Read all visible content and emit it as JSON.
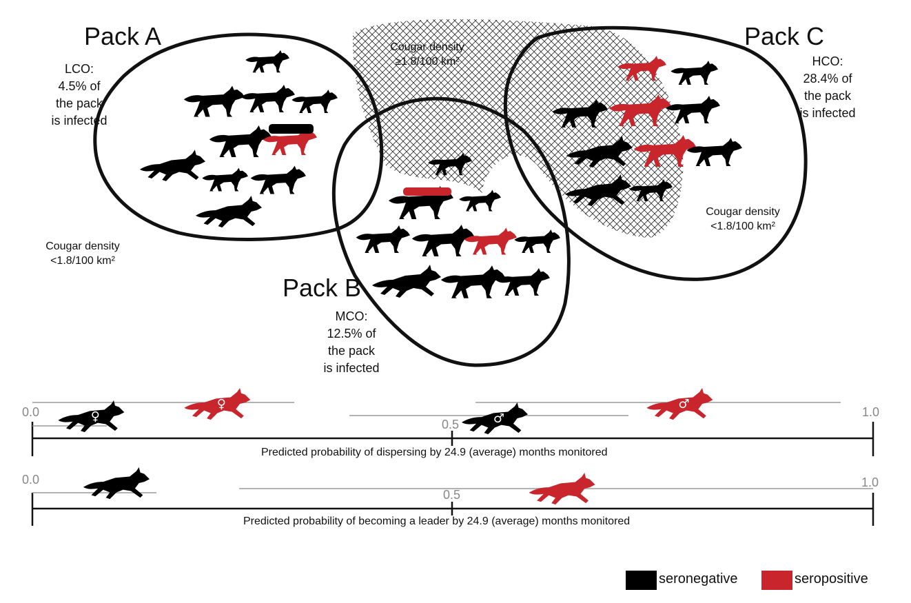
{
  "colors": {
    "seronegative": "#000000",
    "seropositive": "#c8262c",
    "hatch": "#333333",
    "axis_gray": "#9a9a9a"
  },
  "packs": {
    "a": {
      "title": "Pack A",
      "stat": [
        "LCO:",
        "4.5% of",
        "the pack",
        "is infected"
      ]
    },
    "b": {
      "title": "Pack B",
      "stat": [
        "MCO:",
        "12.5% of",
        "the pack",
        "is infected"
      ]
    },
    "c": {
      "title": "Pack C",
      "stat": [
        "HCO:",
        "28.4% of",
        "the pack",
        "is infected"
      ]
    }
  },
  "cougar_density": {
    "high": [
      "Cougar density",
      "≥1.8/100 km²"
    ],
    "low_left": [
      "Cougar density",
      "<1.8/100 km²"
    ],
    "low_right": [
      "Cougar density",
      "<1.8/100 km²"
    ]
  },
  "scales": {
    "dispersing": {
      "label": "Predicted probability of dispersing by 24.9 (average) months monitored",
      "min_label": "0.0",
      "mid_label": "0.5",
      "max_label": "1.0",
      "markers": [
        {
          "name": "female-seronegative",
          "status": "seronegative",
          "sex": "♀",
          "value": 0.07
        },
        {
          "name": "female-seropositive",
          "status": "seropositive",
          "sex": "♀",
          "value": 0.22
        },
        {
          "name": "male-seronegative",
          "status": "seronegative",
          "sex": "♂",
          "value": 0.55
        },
        {
          "name": "male-seropositive",
          "status": "seropositive",
          "sex": "♂",
          "value": 0.77
        }
      ]
    },
    "leader": {
      "label": "Predicted probability of becoming a leader by 24.9 (average) months monitored",
      "min_label": "0.0",
      "mid_label": "0.5",
      "max_label": "1.0",
      "markers": [
        {
          "name": "seronegative",
          "status": "seronegative",
          "value": 0.1
        },
        {
          "name": "seropositive",
          "status": "seropositive",
          "value": 0.63
        }
      ]
    }
  },
  "legend": [
    {
      "label": "seronegative",
      "color": "#000000"
    },
    {
      "label": "seropositive",
      "color": "#c8262c"
    }
  ]
}
